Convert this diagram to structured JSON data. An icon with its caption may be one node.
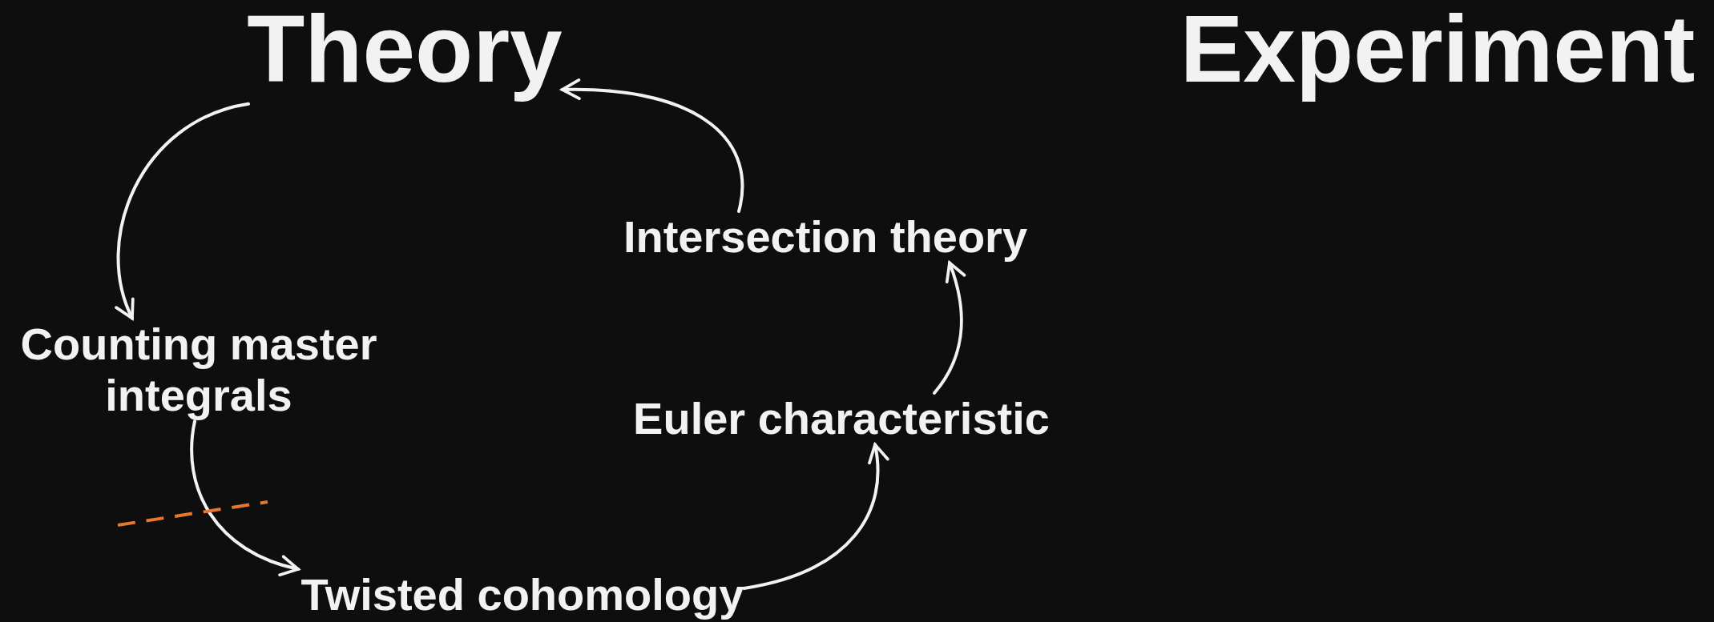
{
  "diagram": {
    "nodes": [
      {
        "text": [
          "Theory"
        ]
      },
      {
        "text": [
          "Experiment"
        ]
      },
      {
        "text": [
          "Counting master integrals"
        ]
      },
      {
        "text": [
          "Twisted cohomology"
        ]
      },
      {
        "text": [
          "Euler characteristic"
        ]
      },
      {
        "text": [
          "Intersection theory"
        ]
      }
    ],
    "edges": [
      {
        "from": 0,
        "to": 2,
        "arrow": "to"
      },
      {
        "from": 2,
        "to": 3,
        "arrow": "to"
      },
      {
        "from": 3,
        "to": 4,
        "arrow": "to"
      },
      {
        "from": 4,
        "to": 5,
        "arrow": "to"
      },
      {
        "from": 5,
        "to": 0,
        "arrow": "to"
      }
    ]
  }
}
